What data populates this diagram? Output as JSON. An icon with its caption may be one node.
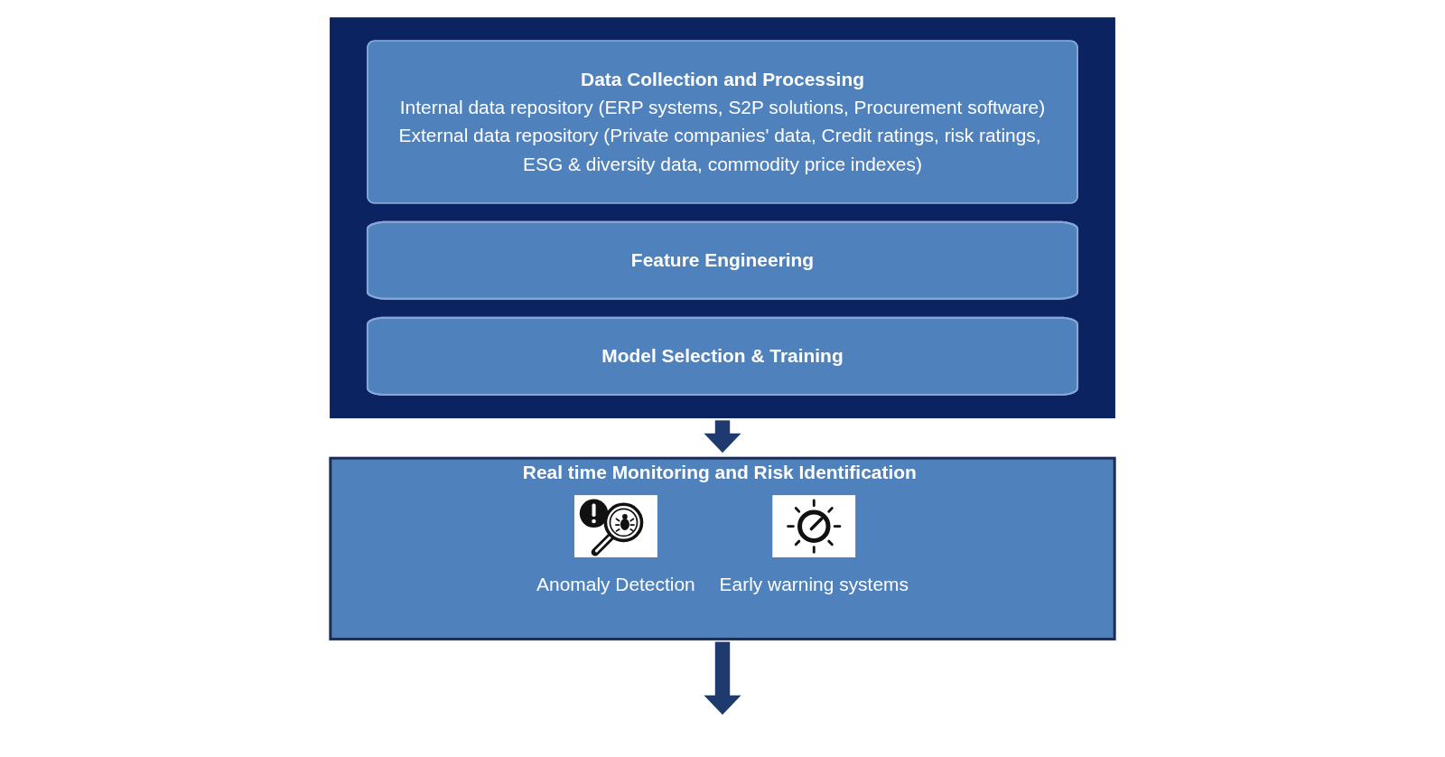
{
  "diagram": {
    "nodes": [
      {
        "text": [],
        "shape": "box"
      },
      {
        "text": [
          "Data Collection and Processing",
          "Internal data repository (ERP systems, S2P solutions, Procurement software)",
          "External data repository (Private companies' data, Credit ratings, risk ratings, ESG & diversity data, commodity price indexes)"
        ],
        "in": 0
      },
      {
        "text": [
          "Feature Engineering"
        ],
        "in": 0
      },
      {
        "text": [
          "Model Selection & Training"
        ],
        "in": 0
      },
      {
        "text": [
          "Real time Monitoring and Risk Identification"
        ]
      },
      {
        "text": [
          "Anomaly Detection"
        ],
        "in": 4
      },
      {
        "text": [
          "Early warning systems"
        ],
        "in": 4
      }
    ],
    "edges": [
      {
        "from": 0,
        "to": 4,
        "arrow": "to"
      },
      {
        "from": 4,
        "to": null,
        "arrow": "to"
      }
    ]
  }
}
